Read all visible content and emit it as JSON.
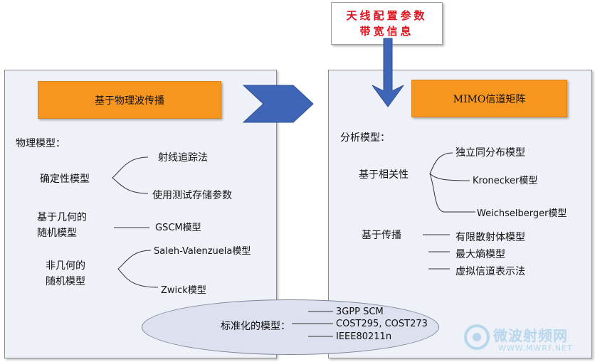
{
  "top_box": {
    "line1": "天线配置参数",
    "line2": "带宽信息"
  },
  "left": {
    "title": "基于物理波传播",
    "section_heading": "物理模型：",
    "deterministic": {
      "label": "确定性模型",
      "items": [
        "射线追踪法",
        "使用测试存储参数"
      ]
    },
    "geometric": {
      "label_line1": "基于几何的",
      "label_line2": "随机模型",
      "item": "GSCM模型"
    },
    "nongeometric": {
      "label_line1": "非几何的",
      "label_line2": "随机模型",
      "items": [
        "Saleh-Valenzuela模型",
        "Zwick模型"
      ]
    }
  },
  "right": {
    "title": "MIMO信道矩阵",
    "section_heading": "分析模型：",
    "correlation": {
      "label": "基于相关性",
      "items": [
        "独立同分布模型",
        "Kronecker模型",
        "Weichselberger模型"
      ]
    },
    "propagation": {
      "label": "基于传播",
      "items": [
        "有限散射体模型",
        "最大熵模型",
        "虚拟信道表示法"
      ]
    }
  },
  "standard": {
    "label": "标准化的模型：",
    "items": [
      "3GPP SCM",
      "COST295, COST273",
      "IEEE80211n"
    ]
  },
  "watermark": {
    "name": "微波射频网",
    "url": "WWW.MWRF.NET"
  },
  "colors": {
    "orange": "#f7961e",
    "arrow_blue": "#3e65b6",
    "panel_bg": "#eef1f7",
    "top_text_red": "#e0141e"
  }
}
